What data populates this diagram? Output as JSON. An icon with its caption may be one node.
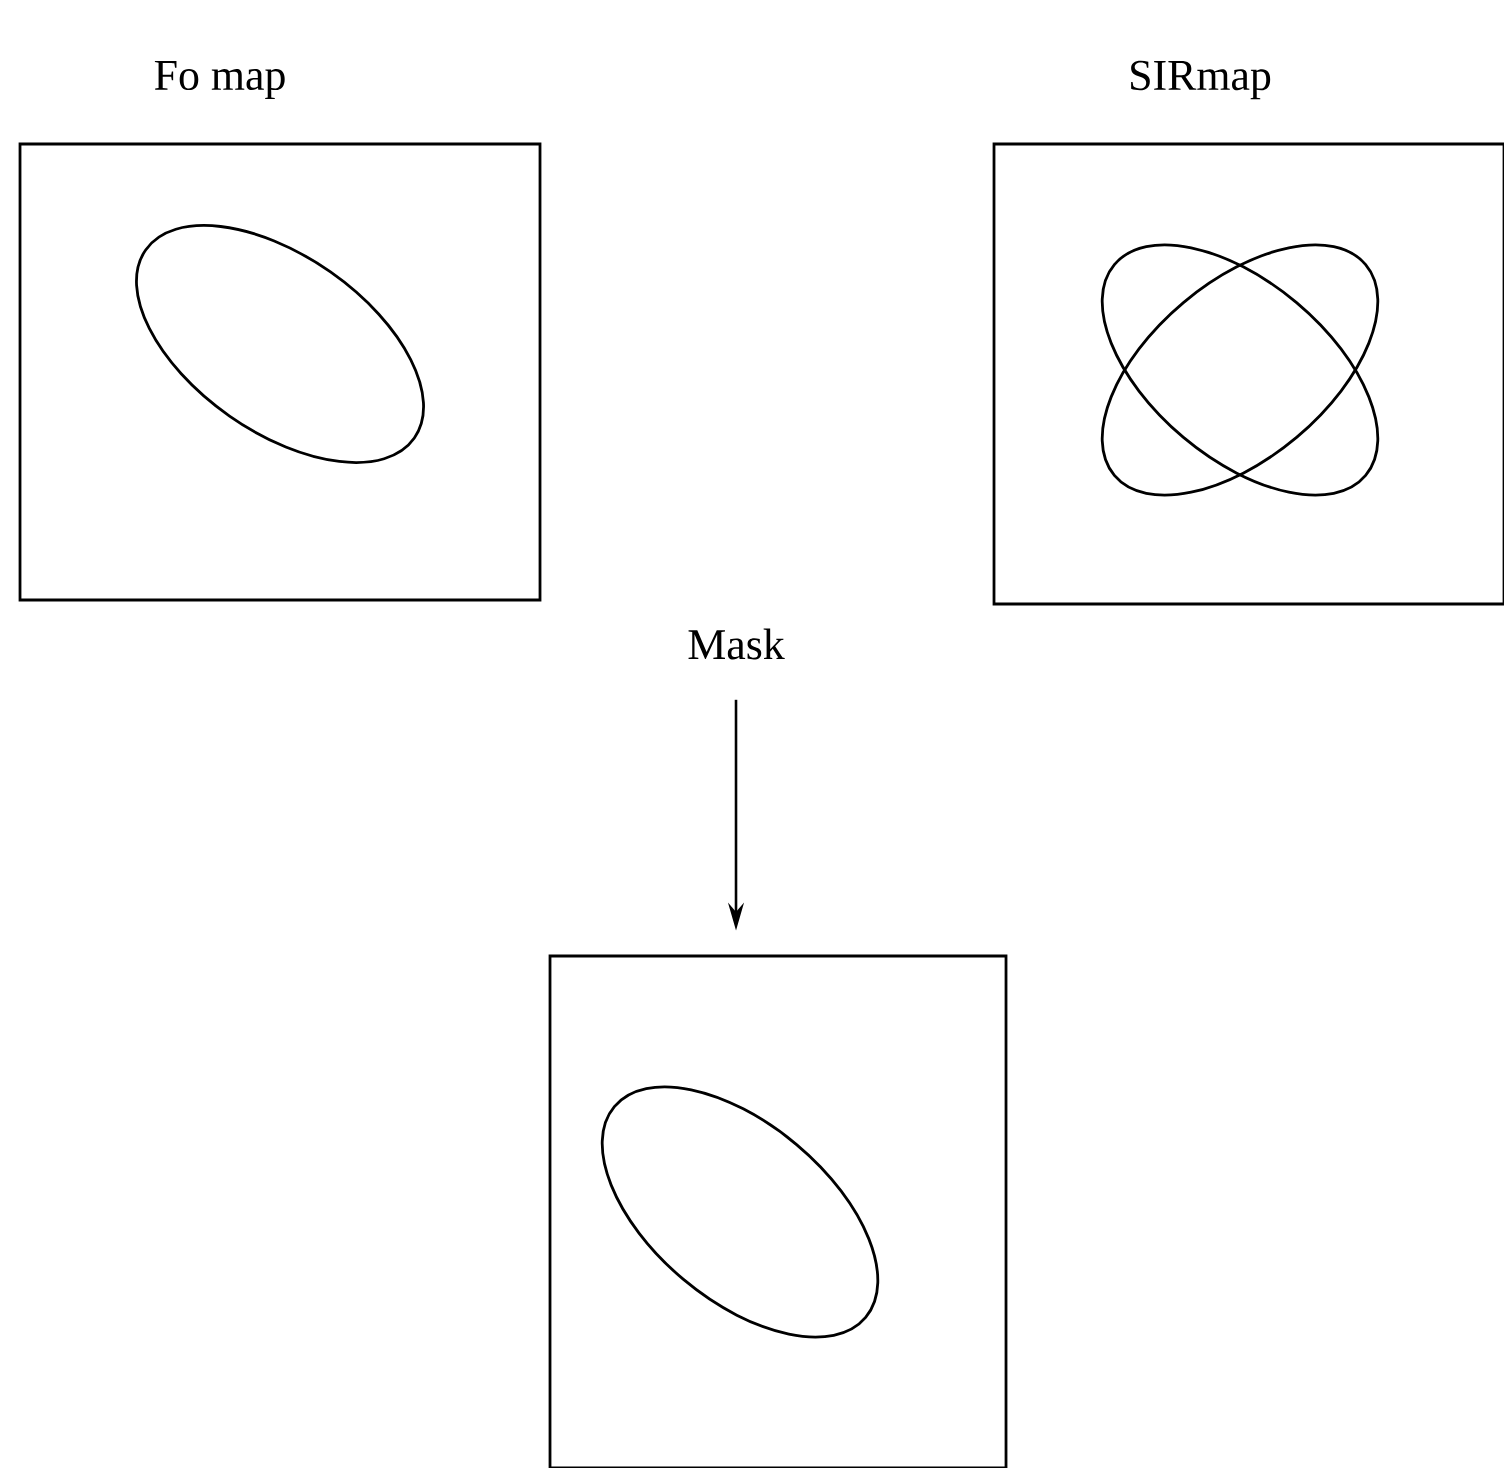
{
  "diagram": {
    "nodes": [
      {
        "text": [
          "Fo map"
        ]
      },
      {
        "text": [
          "SIRmap"
        ]
      },
      {
        "text": [
          "Mask"
        ]
      },
      {
        "text": [],
        "shape": "box"
      }
    ],
    "edges": [
      {
        "from": 2,
        "to": 3,
        "arrow": "to"
      }
    ]
  }
}
